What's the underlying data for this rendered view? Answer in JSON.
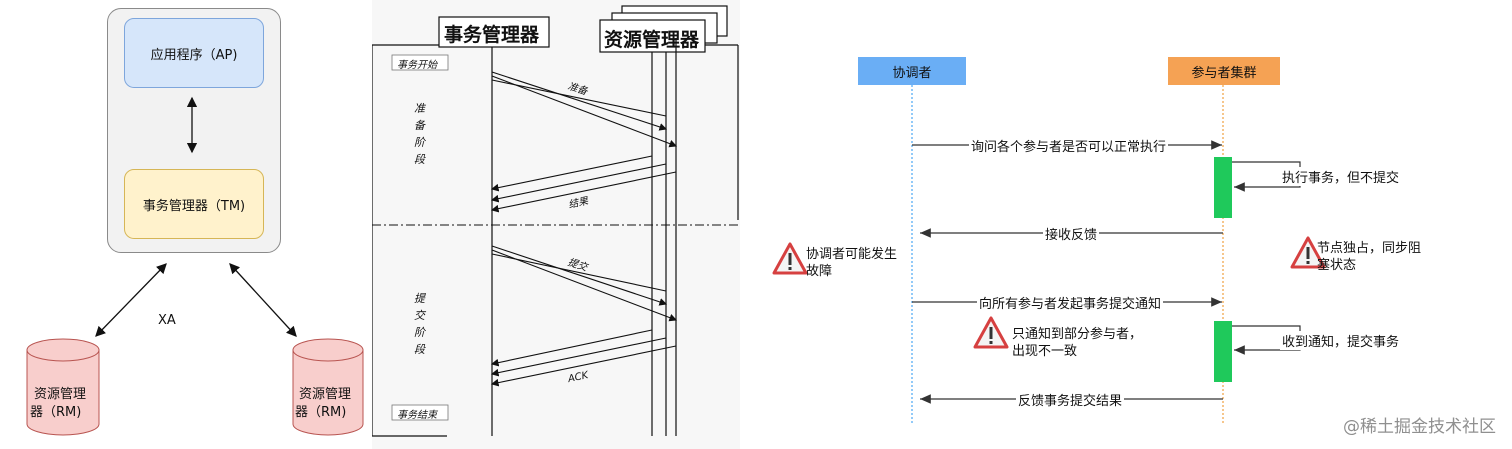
{
  "left": {
    "ap_label": "应用程序（AP)",
    "tm_label": "事务管理器（TM)",
    "xa_label": "XA",
    "rm_left_line1": "资源管理",
    "rm_left_line2": "器（RM)",
    "rm_right_line1": "资源管理",
    "rm_right_line2": "器（RM)"
  },
  "middle": {
    "tm_title": "事务管理器",
    "rm_title": "资源管理器",
    "txn_start": "事务开始",
    "txn_end": "事务结束",
    "prepare_phase": [
      "准",
      "备",
      "阶",
      "段"
    ],
    "commit_phase": [
      "提",
      "交",
      "阶",
      "段"
    ],
    "msg_prepare": "准备",
    "msg_result": "结果",
    "msg_commit": "提交",
    "msg_ack": "ACK"
  },
  "right": {
    "coordinator": "协调者",
    "participants": "参与者集群",
    "msg1": "询问各个参与者是否可以正常执行",
    "self1": "执行事务，但不提交",
    "msg2": "接收反馈",
    "warn_coord_line1": "协调者可能发生",
    "warn_coord_line2": "故障",
    "warn_block_line1": "节点独占，同步阻",
    "warn_block_line2": "塞状态",
    "msg3": "向所有参与者发起事务提交通知",
    "warn_partial_line1": "只通知到部分参与者，",
    "warn_partial_line2": "出现不一致",
    "self2": "收到通知，提交事务",
    "msg4": "反馈事务提交结果"
  },
  "watermark": "@稀土掘金技术社区",
  "colors": {
    "ap_fill": "#d6e6fa",
    "ap_border": "#7ea6dc",
    "tm_fill": "#fff2cc",
    "tm_border": "#d6b656",
    "rm_fill": "#f8cecc",
    "rm_border": "#b85450",
    "coord_fill": "#6aaef5",
    "part_fill": "#f5a254",
    "activation": "#1fc95b",
    "coord_line": "#4aa6f2",
    "part_line": "#f0a040"
  }
}
